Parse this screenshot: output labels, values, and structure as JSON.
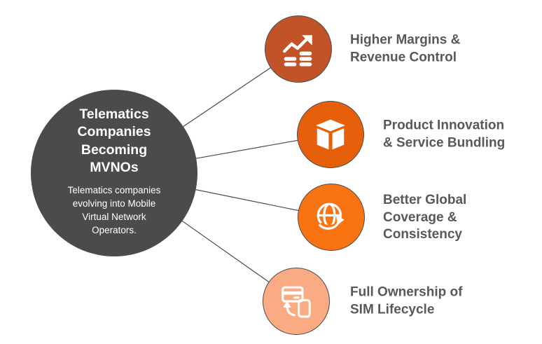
{
  "hub": {
    "title_lines": [
      "Telematics",
      "Companies",
      "Becoming",
      "MVNOs"
    ],
    "subtitle_lines": [
      "Telematics companies",
      "evolving into Mobile",
      "Virtual Network",
      "Operators."
    ],
    "bg_color": "#4B4B4D",
    "text_color": "#FFFFFF"
  },
  "nodes": [
    {
      "label_lines": [
        "Higher Margins &",
        "Revenue Control"
      ],
      "icon": "growth-chart-icon",
      "color": "#C25329"
    },
    {
      "label_lines": [
        "Product Innovation",
        "& Service Bundling"
      ],
      "icon": "cube-icon",
      "color": "#E6600B"
    },
    {
      "label_lines": [
        "Better Global",
        "Coverage &",
        "Consistency"
      ],
      "icon": "globe-refresh-icon",
      "color": "#F87412"
    },
    {
      "label_lines": [
        "Full Ownership of",
        "SIM Lifecycle"
      ],
      "icon": "sim-lifecycle-icon",
      "color": "#FBAB84"
    }
  ],
  "style_tokens": {
    "connector_color": "#4A4A4A",
    "bubble_border_color": "#4A4A4A",
    "label_text_color": "#58585A",
    "background_color": "#FFFFFF"
  }
}
